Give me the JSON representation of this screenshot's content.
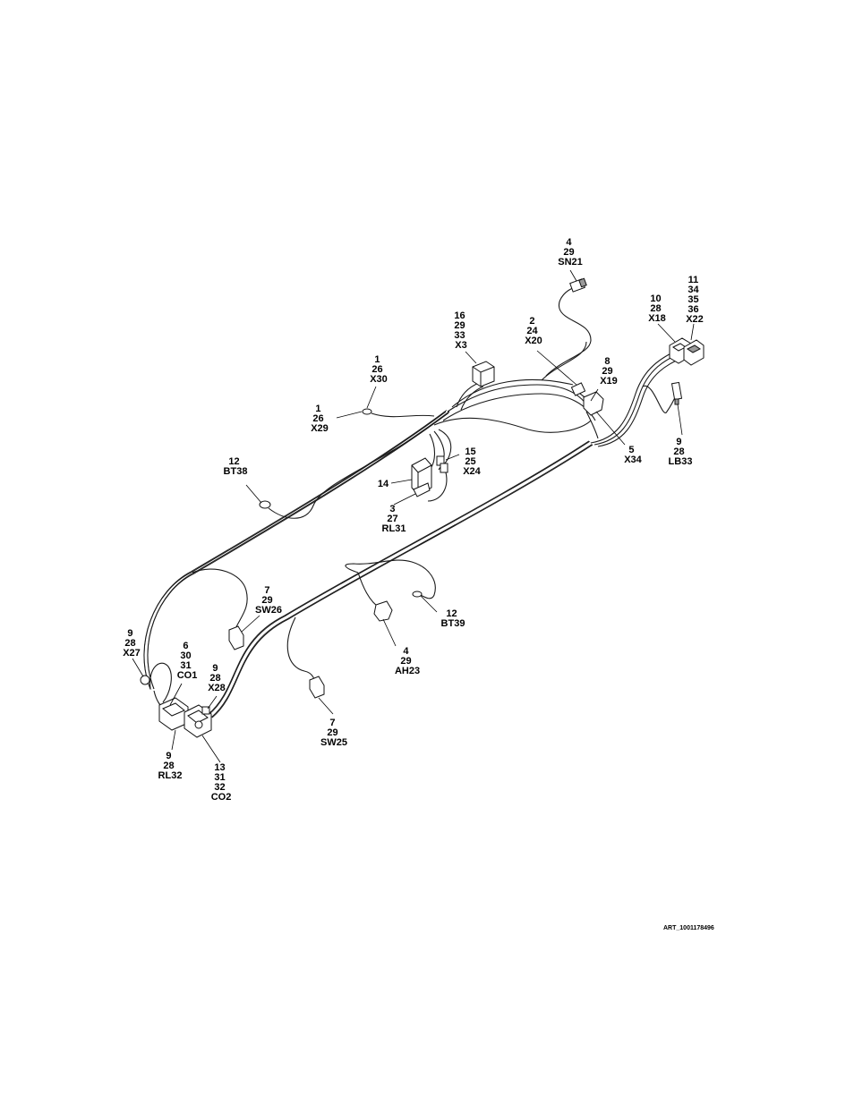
{
  "art_id": "ART_1001178496",
  "callouts": [
    {
      "id": "SN21",
      "lines": [
        "4",
        "29",
        "SN21"
      ]
    },
    {
      "id": "X22",
      "lines": [
        "11",
        "34",
        "35",
        "36",
        "X22"
      ]
    },
    {
      "id": "X18",
      "lines": [
        "10",
        "28",
        "X18"
      ]
    },
    {
      "id": "X3",
      "lines": [
        "16",
        "29",
        "33",
        "X3"
      ]
    },
    {
      "id": "X20",
      "lines": [
        "2",
        "24",
        "X20"
      ]
    },
    {
      "id": "X19",
      "lines": [
        "8",
        "29",
        "X19"
      ]
    },
    {
      "id": "X30",
      "lines": [
        "1",
        "26",
        "X30"
      ]
    },
    {
      "id": "X29",
      "lines": [
        "1",
        "26",
        "X29"
      ]
    },
    {
      "id": "X34",
      "lines": [
        "5",
        "X34"
      ]
    },
    {
      "id": "LB33",
      "lines": [
        "9",
        "28",
        "LB33"
      ]
    },
    {
      "id": "X24",
      "lines": [
        "15",
        "25",
        "X24"
      ]
    },
    {
      "id": "BT38",
      "lines": [
        "12",
        "BT38"
      ]
    },
    {
      "id": "P14",
      "lines": [
        "14"
      ]
    },
    {
      "id": "RL31",
      "lines": [
        "3",
        "27",
        "RL31"
      ]
    },
    {
      "id": "SW26",
      "lines": [
        "7",
        "29",
        "SW26"
      ]
    },
    {
      "id": "BT39",
      "lines": [
        "12",
        "BT39"
      ]
    },
    {
      "id": "X27",
      "lines": [
        "9",
        "28",
        "X27"
      ]
    },
    {
      "id": "CO1",
      "lines": [
        "6",
        "30",
        "31",
        "CO1"
      ]
    },
    {
      "id": "X28",
      "lines": [
        "9",
        "28",
        "X28"
      ]
    },
    {
      "id": "AH23",
      "lines": [
        "4",
        "29",
        "AH23"
      ]
    },
    {
      "id": "SW25",
      "lines": [
        "7",
        "29",
        "SW25"
      ]
    },
    {
      "id": "RL32",
      "lines": [
        "9",
        "28",
        "RL32"
      ]
    },
    {
      "id": "CO2",
      "lines": [
        "13",
        "31",
        "32",
        "CO2"
      ]
    }
  ]
}
